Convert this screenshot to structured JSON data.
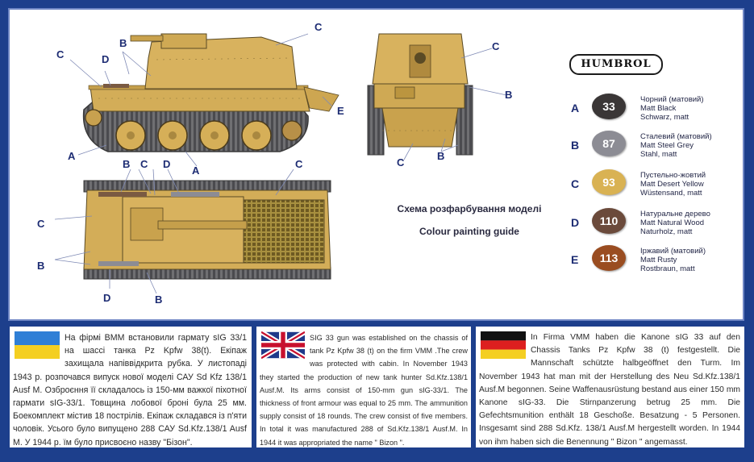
{
  "callouts": {
    "side": [
      "C",
      "D",
      "B",
      "C",
      "E",
      "A",
      "A"
    ],
    "front": [
      "C",
      "B",
      "B",
      "C"
    ],
    "top": [
      "B",
      "C",
      "D",
      "C",
      "C",
      "B",
      "D",
      "B"
    ]
  },
  "guide": {
    "title_ua": "Схема розфарбування моделі",
    "title_en": "Colour painting guide"
  },
  "brand": "HUMBROL",
  "colors": [
    {
      "letter": "A",
      "code": "33",
      "hex": "#3a3636",
      "ua": "Чорний (матовий)",
      "en": "Matt Black",
      "de": "Schwarz, matt"
    },
    {
      "letter": "B",
      "code": "87",
      "hex": "#8c8c94",
      "ua": "Сталевий (матовий)",
      "en": "Matt Steel Grey",
      "de": "Stahl, matt"
    },
    {
      "letter": "C",
      "code": "93",
      "hex": "#d9b253",
      "ua": "Пустельно-жовтий",
      "en": "Matt Desert Yellow",
      "de": "Wüstensand, matt"
    },
    {
      "letter": "D",
      "code": "110",
      "hex": "#6b4a3b",
      "ua": "Натуральне дерево",
      "en": "Matt Natural Wood",
      "de": "Naturholz, matt"
    },
    {
      "letter": "E",
      "code": "113",
      "hex": "#9a4d21",
      "ua": "Іржавий (матовий)",
      "en": "Matt Rusty",
      "de": "Rostbraun, matt"
    }
  ],
  "texts": {
    "ua": "На фірмі ВММ встановили гармату sIG 33/1 на шассі танка Pz Kpfw 38(t). Екіпаж захищала напіввідкрита рубка. У листопаді 1943 р. розпочався випуск нової моделі САУ Sd Kfz 138/1 Ausf M. Озброєння її складалось із 150-мм важкої піхотної гармати sIG-33/1. Товщина лобової броні була 25 мм. Боекомплект містив 18 пострілів. Екіпаж складався із п'яти чоловік. Усього було випущено 288 САУ Sd.Kfz.138/1 Ausf M. У 1944 р. їм було присвоєно назву \"Бізон\".",
    "en": "SIG 33 gun was established on the chassis of tank Pz Kpfw 38 (t) on the firm VMM .The crew was protected with cabin. In November 1943 they started the production of new tank hunter Sd.Kfz.138/1 Ausf.M. Its arms consist of 150-mm gun sIG-33/1. The thickness of front armour was equal to 25 mm. The ammunition supply consist of 18 rounds. The crew consist of five members. In total it was manufactured 288 of Sd.Kfz.138/1 Ausf.M. In 1944 it was appropriated the name \" Bizon \".",
    "de": "In Firma VMM haben die Kanone sIG 33 auf den Chassis Tanks Pz Kpfw 38 (t) festgestellt. Die Mannschaft schützte halbgeöffnet den Turm. Im November 1943 hat man mit der Herstellung des Neu Sd.Kfz.138/1 Ausf.M begonnen. Seine Waffenausrüstung bestand aus einer 150 mm Kanone sIG-33. Die Stirnpanzerung betrug 25 mm. Die Gefechtsmunition enthält 18 Geschoße. Besatzung - 5 Personen. Insgesamt sind 288 Sd.Kfz. 138/1 Ausf.M hergestellt worden. In 1944 von ihm haben sich die Benennung \" Bizon \" angemasst."
  }
}
